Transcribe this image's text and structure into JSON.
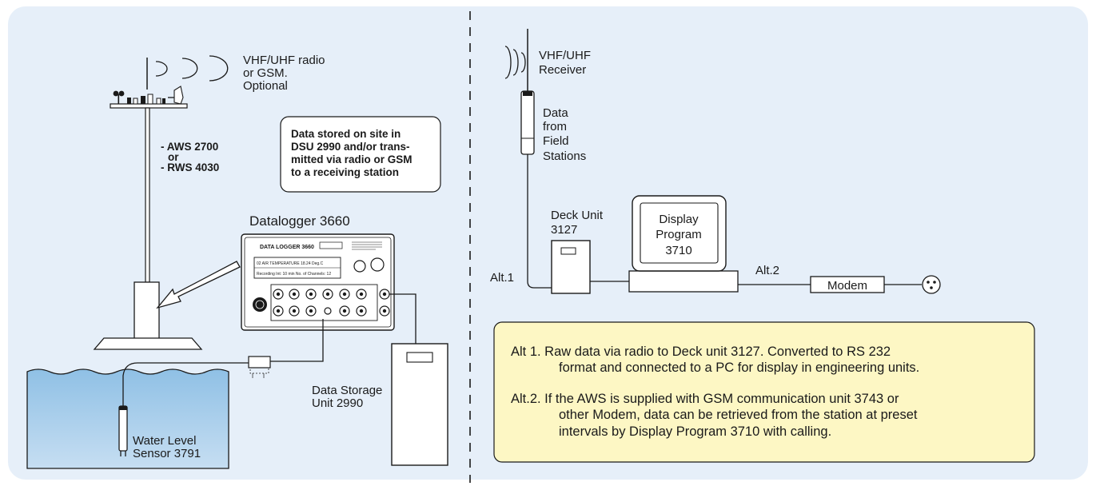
{
  "left_panel": {
    "radio_label": [
      "VHF/UHF radio",
      "or GSM.",
      "Optional"
    ],
    "station_models": [
      "- AWS 2700",
      "or",
      "- RWS 4030"
    ],
    "storage_note": [
      "Data stored on site in",
      "DSU 2990 and/or trans-",
      "mitted via radio or GSM",
      "to a receiving station"
    ],
    "datalogger_title": "Datalogger 3660",
    "datalogger_panel": {
      "brand": "DATA LOGGER 3660",
      "display_line1": "02 AIR TEMPERATURE    18.24 Deg.C",
      "display_line2": "Recording Int: 10 min      No. of Channels: 12"
    },
    "dsu_label": [
      "Data Storage",
      "Unit 2990"
    ],
    "sensor_label": [
      "Water Level",
      "Sensor 3791"
    ]
  },
  "right_panel": {
    "receiver_label": [
      "VHF/UHF",
      "Receiver"
    ],
    "data_from_label": [
      "Data",
      "from",
      "Field",
      "Stations"
    ],
    "deck_unit_label": [
      "Deck Unit",
      "3127"
    ],
    "display_program_label": [
      "Display",
      "Program",
      "3710"
    ],
    "alt1_label": "Alt.1",
    "alt2_label": "Alt.2",
    "modem_label": "Modem",
    "notes": {
      "alt1": [
        "Alt 1. Raw data via radio to Deck unit 3127. Converted to RS 232",
        "format and connected to a PC for display in engineering units."
      ],
      "alt2": [
        "Alt.2. If the AWS is supplied with GSM communication unit 3743 or",
        "other Modem, data can be retrieved from the station at preset",
        "intervals by Display Program 3710 with calling."
      ]
    }
  },
  "colors": {
    "panel_bg": "#e6eff9",
    "note_bg": "#fdf7c4",
    "water": "#a3cbe8",
    "line": "#1a1a1a"
  }
}
